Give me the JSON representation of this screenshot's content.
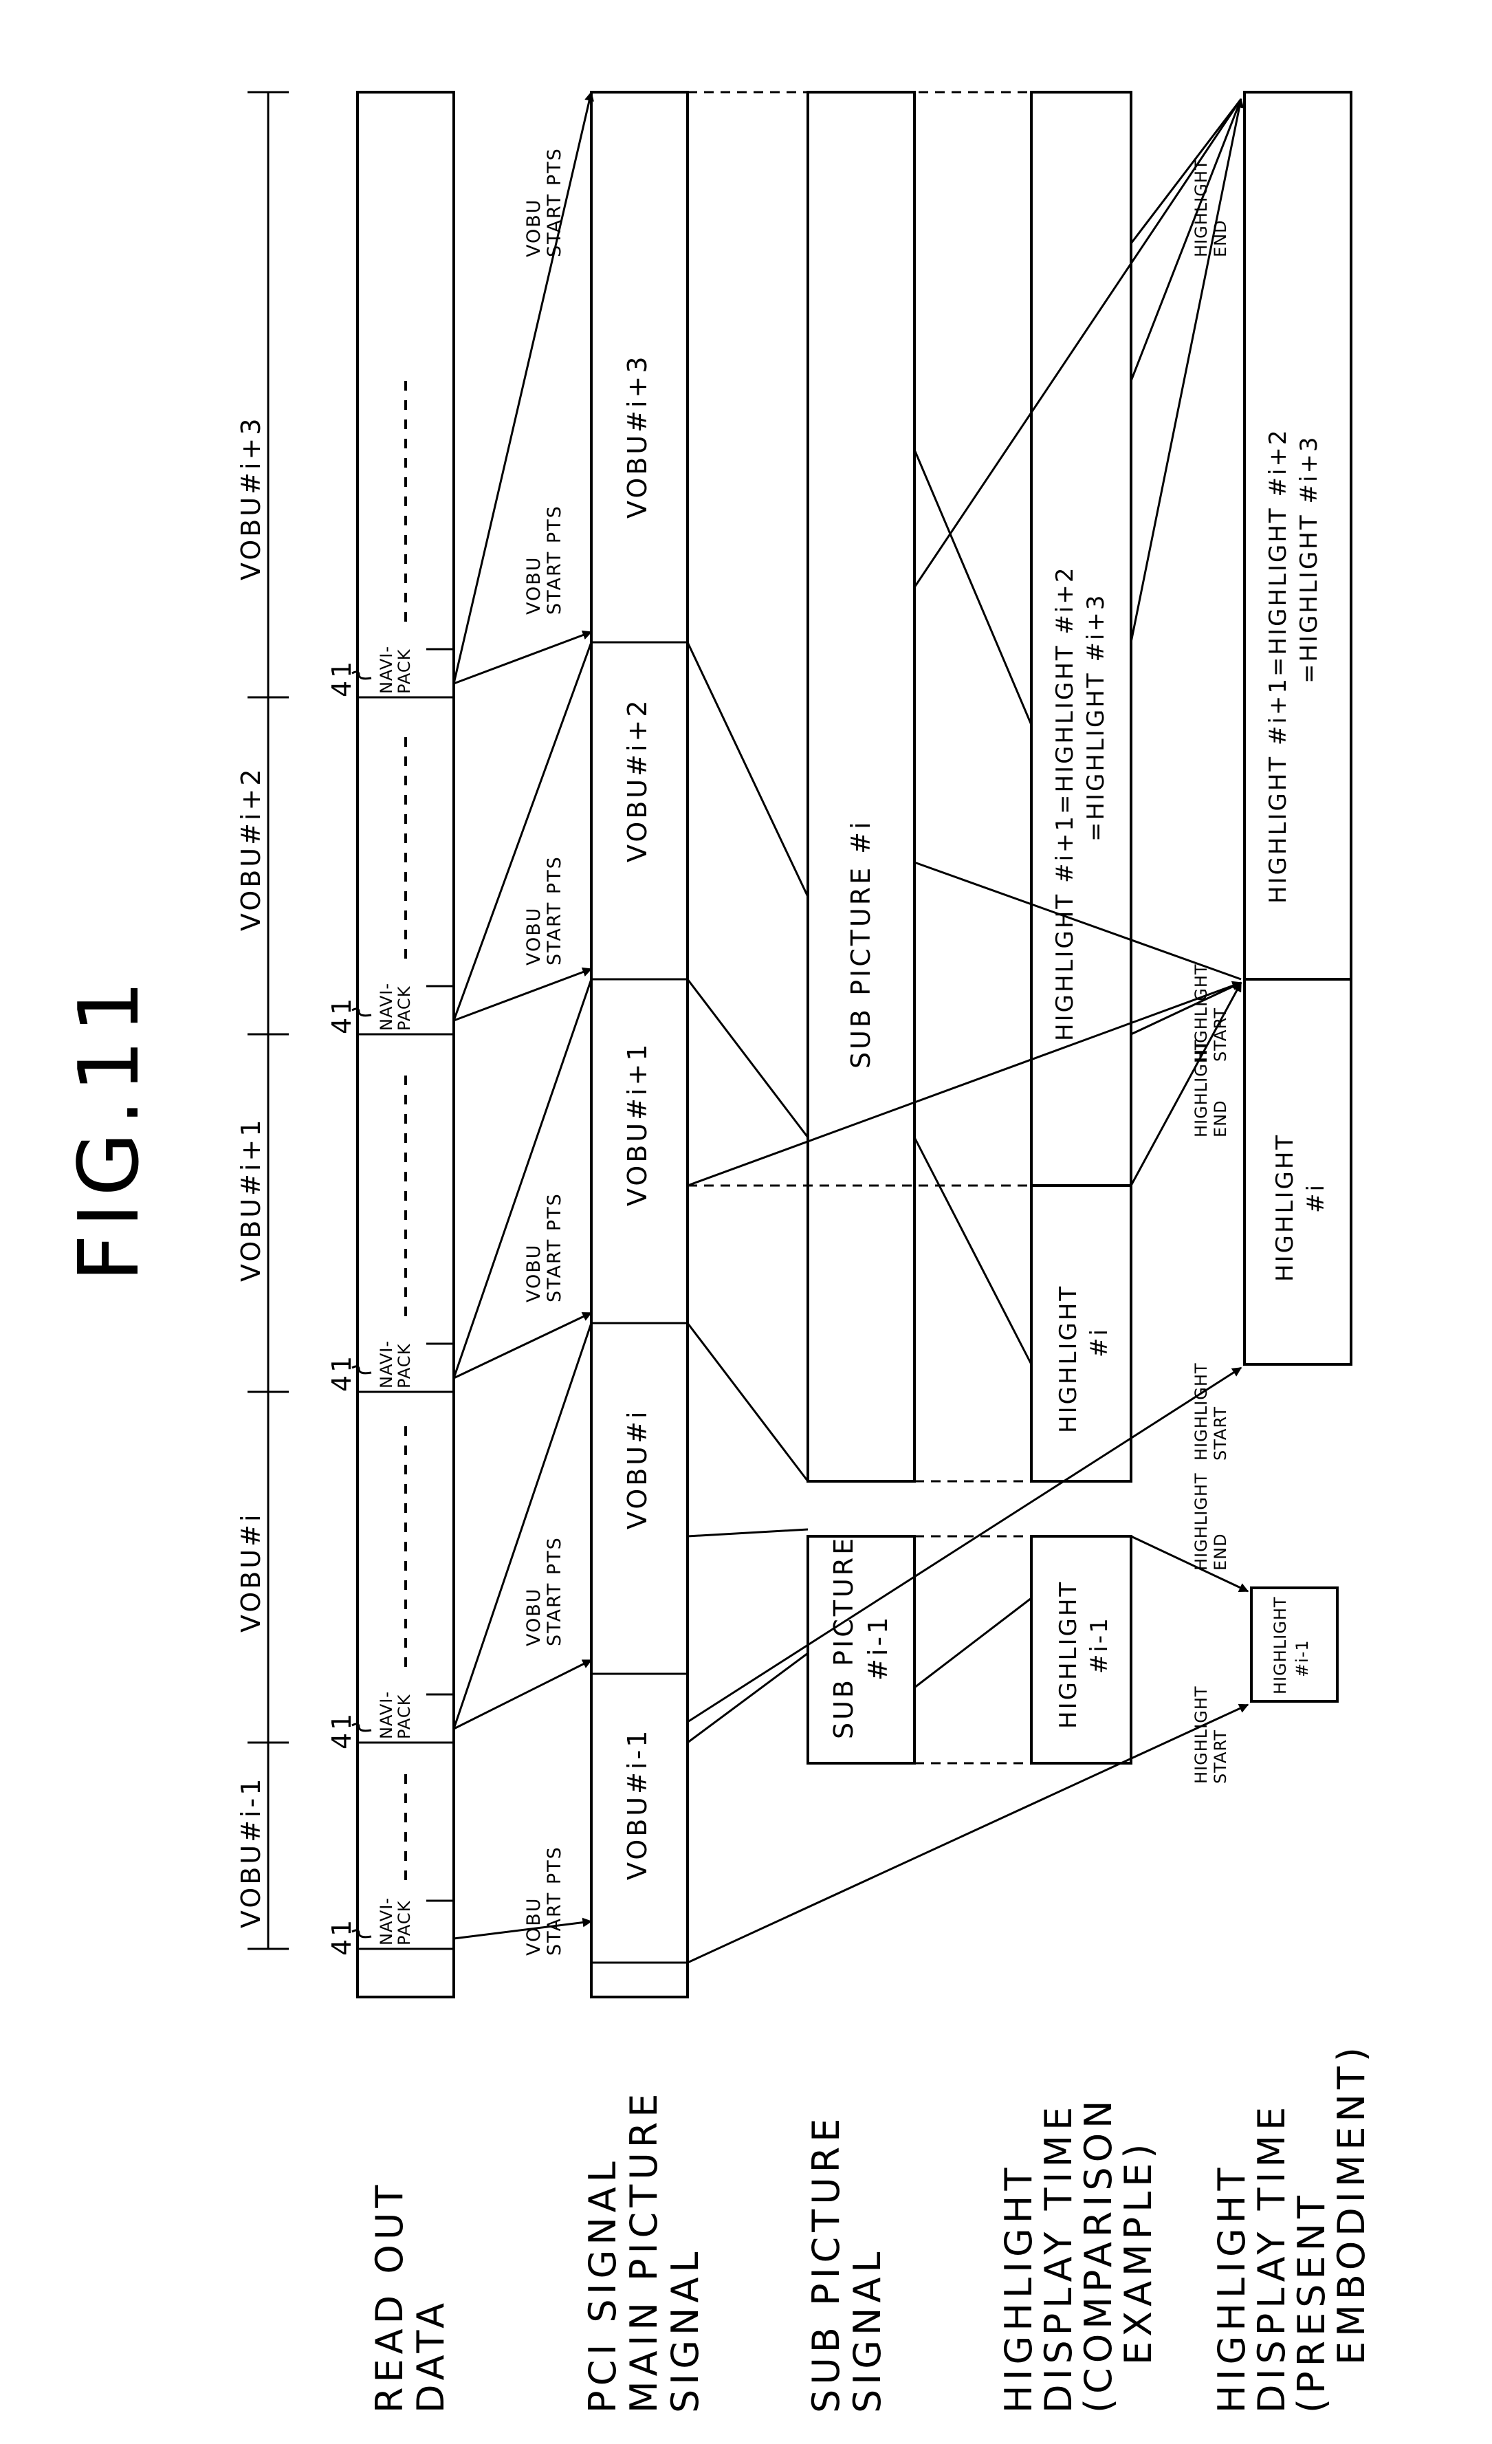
{
  "figure_title": "FIG.11",
  "row_labels": {
    "read_out_data": [
      "READ OUT",
      "DATA"
    ],
    "pci_main_picture": [
      "PCI SIGNAL",
      "MAIN PICTURE",
      "SIGNAL"
    ],
    "sub_picture_signal": [
      "SUB PICTURE",
      "SIGNAL"
    ],
    "highlight_comparison": [
      "HIGHLIGHT",
      "DISPLAY TIME",
      "(COMPARISON",
      "EXAMPLE)"
    ],
    "highlight_present": [
      "HIGHLIGHT",
      "DISPLAY TIME",
      "(PRESENT",
      "EMBODIMENT)"
    ]
  },
  "vobu_spans": [
    "VOBU#i-1",
    "VOBU#i",
    "VOBU#i+1",
    "VOBU#i+2",
    "VOBU#i+3"
  ],
  "ref_numeral": "41",
  "navi_pack": [
    "NAVI-",
    "PACK"
  ],
  "vobu_start_pts": [
    "VOBU",
    "START PTS"
  ],
  "main_picture_vobus": [
    "VOBU#i-1",
    "VOBU#i",
    "VOBU#i+1",
    "VOBU#i+2",
    "VOBU#i+3"
  ],
  "sub_pictures": {
    "prev": [
      "SUB PICTURE",
      "#i-1"
    ],
    "current": "SUB PICTURE #i"
  },
  "comparison_highlights": {
    "prev": [
      "HIGHLIGHT",
      "#i-1"
    ],
    "current": [
      "HIGHLIGHT",
      "#i"
    ],
    "next": [
      "HIGHLIGHT #i+1=HIGHLIGHT #i+2",
      "=HIGHLIGHT #i+3"
    ]
  },
  "present_highlights": {
    "prev": [
      "HIGHLIGHT",
      "#i-1"
    ],
    "current": [
      "HIGHLIGHT",
      "#i"
    ],
    "next": [
      "HIGHLIGHT #i+1=HIGHLIGHT #i+2",
      "=HIGHLIGHT #i+3"
    ]
  },
  "highlight_start": [
    "HIGHLIGHT",
    "START"
  ],
  "highlight_end": [
    "HIGHLIGHT",
    "END"
  ]
}
